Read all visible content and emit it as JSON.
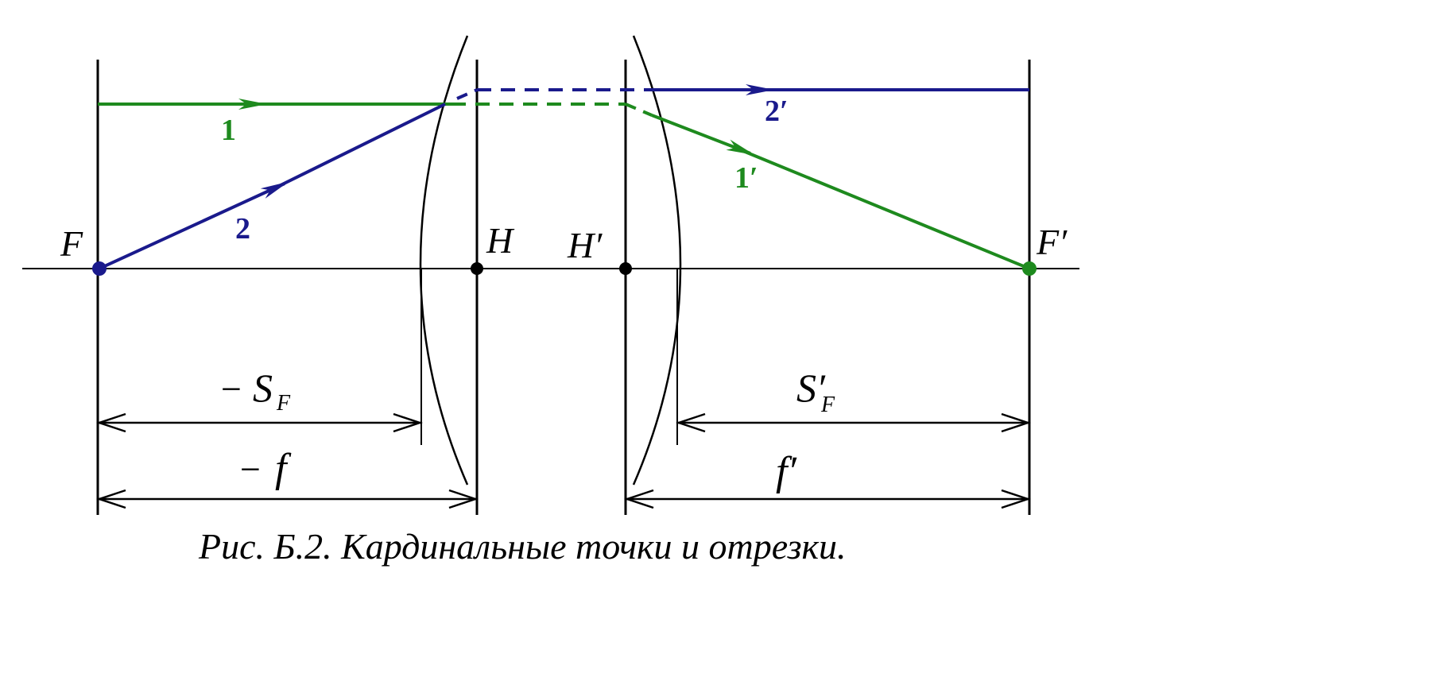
{
  "caption": "Рис. Б.2. Кардинальные точки и отрезки.",
  "points": {
    "F": "F",
    "H": "H",
    "H_prime": "H′",
    "F_prime": "F′"
  },
  "rays": {
    "ray1": "1",
    "ray2": "2",
    "ray1_prime": "1′",
    "ray2_prime": "2′"
  },
  "segments": {
    "minus_sign_sf": "−",
    "s_f_symbol": "S",
    "s_f_sub": "F",
    "minus_sign_f": "−",
    "f_symbol": "f",
    "s_f_prime_symbol": "S′",
    "s_f_prime_sub": "F",
    "f_prime_symbol": "f′"
  },
  "colors": {
    "ray1": "#1e8a1e",
    "ray2": "#1a1a8c",
    "axis": "#000000",
    "focus_F": "#1a1a8c",
    "focus_F_prime": "#1e8a1e",
    "principal_point": "#000000"
  }
}
